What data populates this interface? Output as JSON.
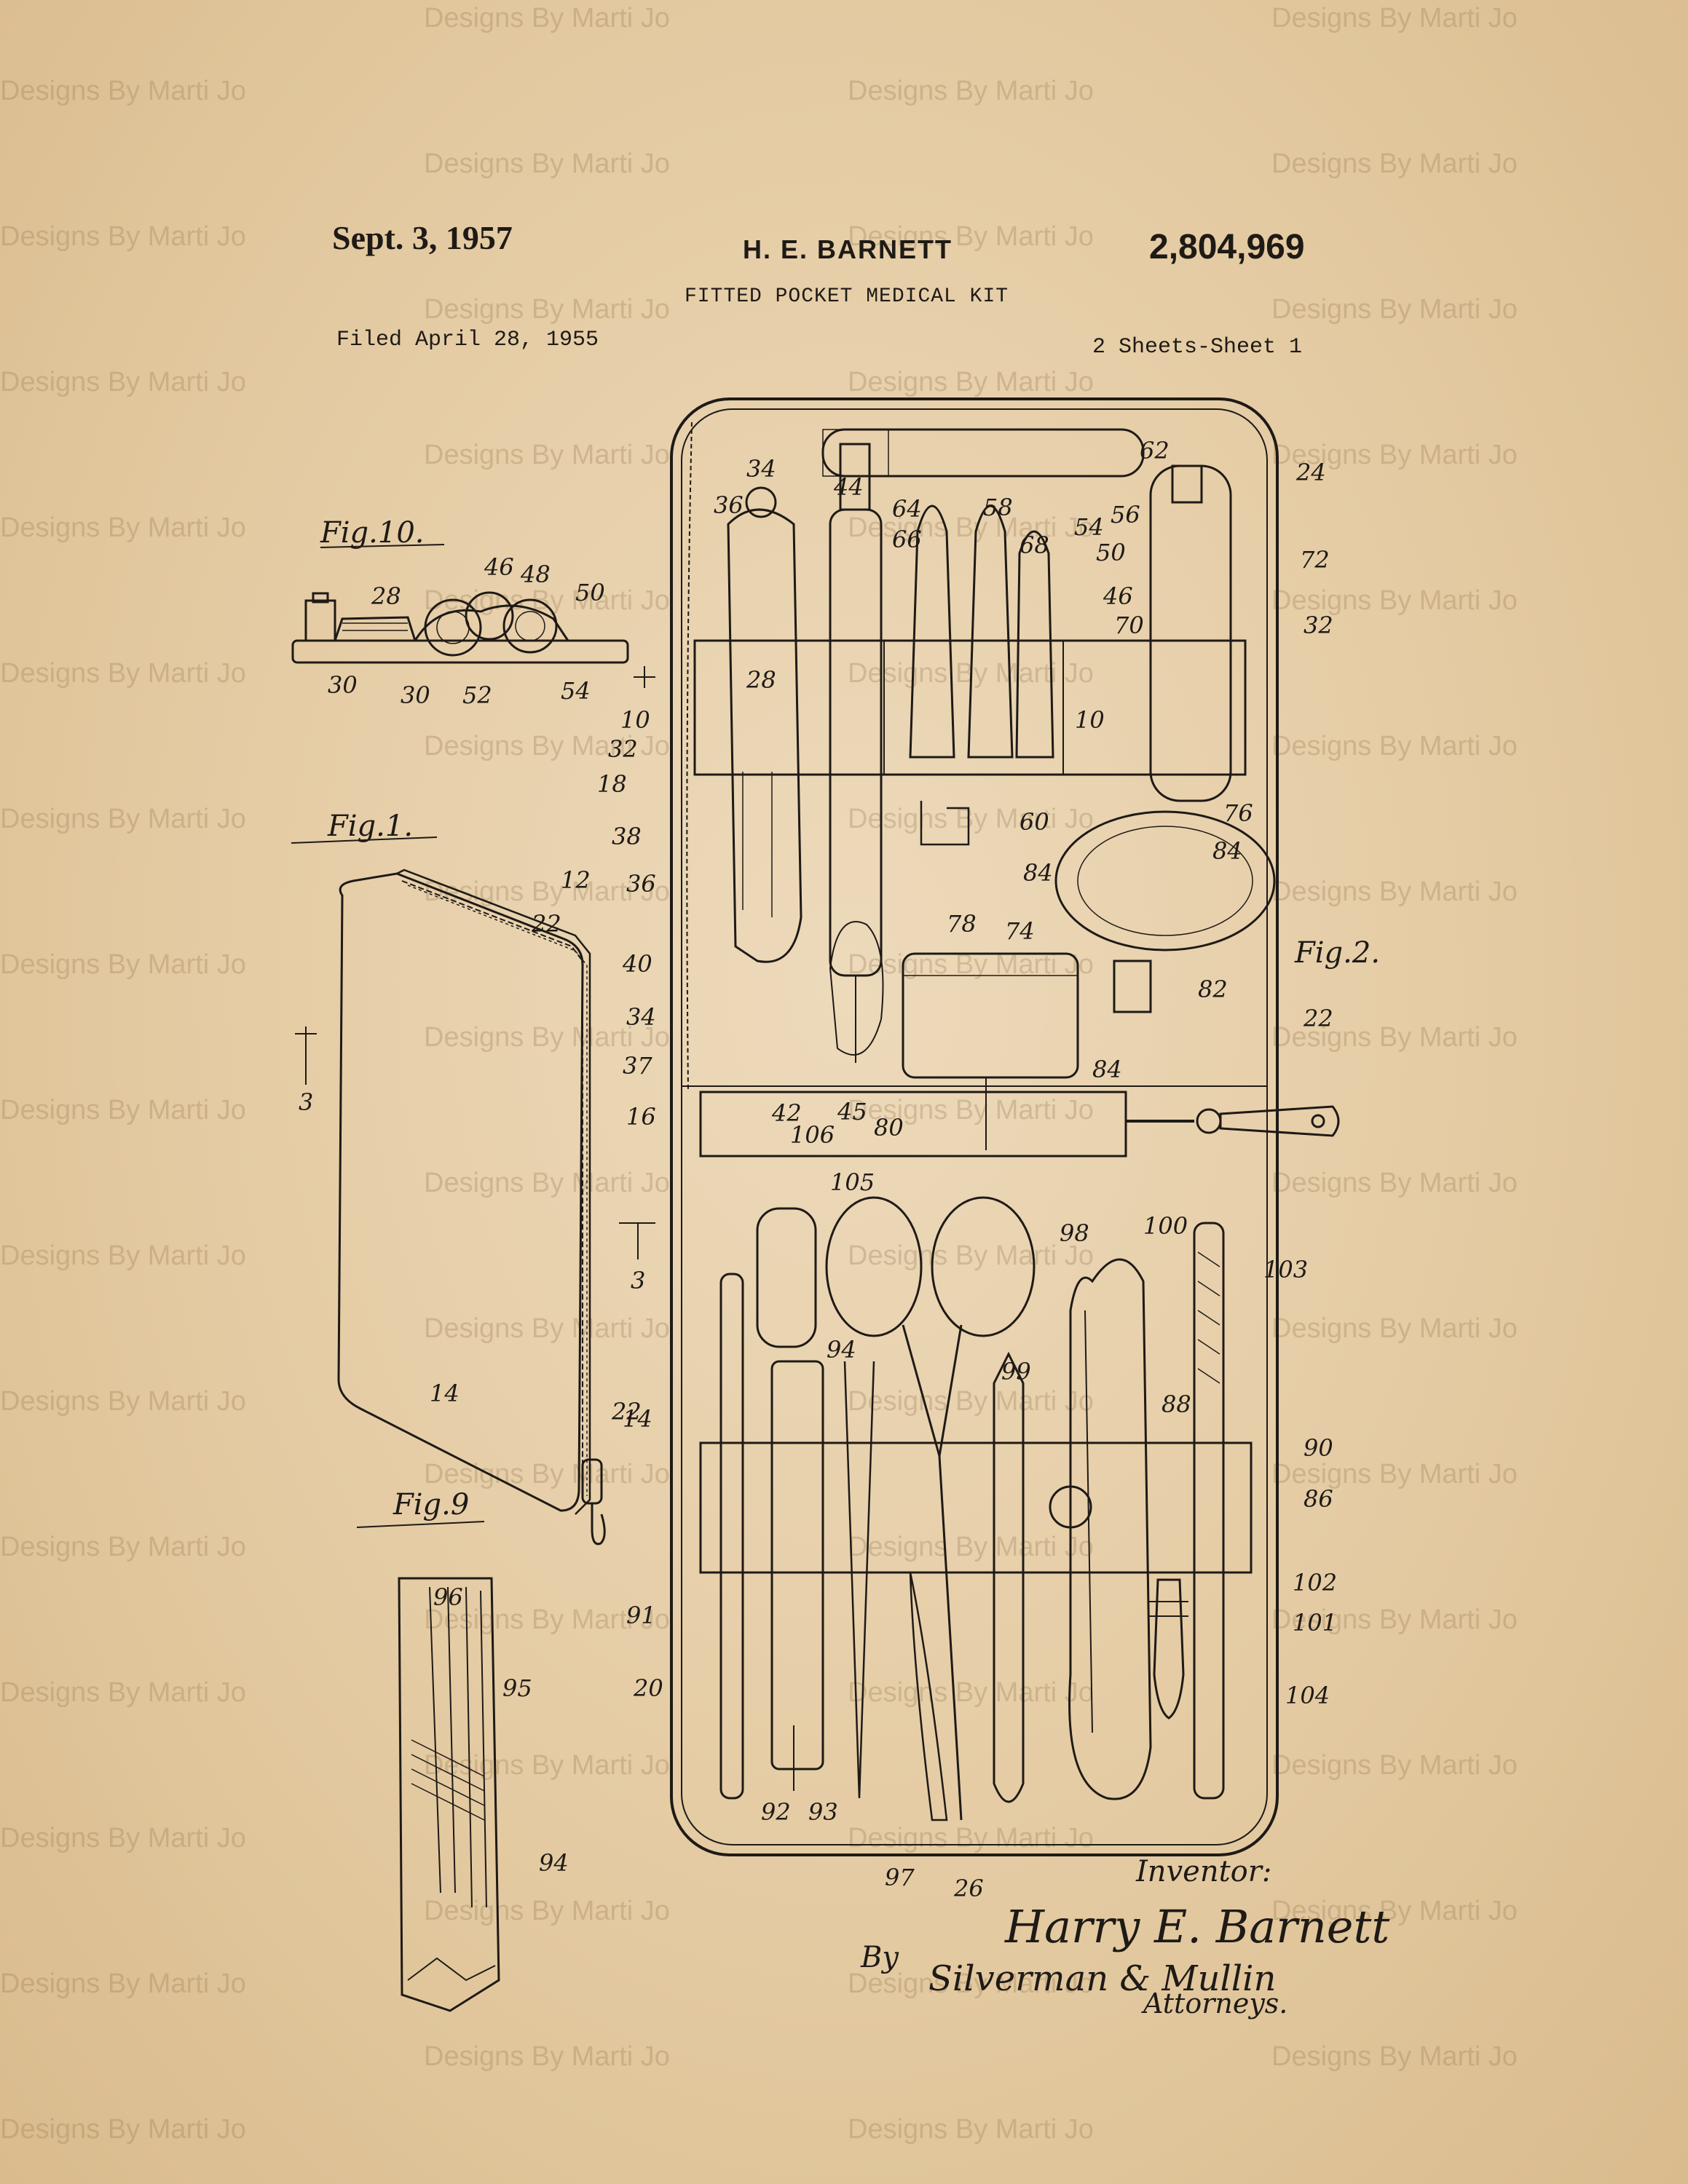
{
  "header": {
    "date": "Sept. 3, 1957",
    "inventor": "H. E. BARNETT",
    "patent_number": "2,804,969",
    "title": "FITTED POCKET MEDICAL KIT",
    "filed": "Filed April 28, 1955",
    "sheets": "2 Sheets-Sheet 1"
  },
  "figures": {
    "fig10": "Fig.10.",
    "fig1": "Fig.1.",
    "fig9": "Fig.9",
    "fig2": "Fig.2."
  },
  "section_marks": {
    "left": "10",
    "right": "10",
    "three_top": "3",
    "three_bottom": "3"
  },
  "reference_numerals": [
    "34",
    "36",
    "44",
    "64",
    "66",
    "58",
    "54",
    "56",
    "62",
    "68",
    "50",
    "46",
    "70",
    "24",
    "72",
    "32",
    "28",
    "32",
    "18",
    "38",
    "60",
    "36",
    "84",
    "76",
    "84",
    "78",
    "74",
    "40",
    "34",
    "37",
    "42",
    "45",
    "80",
    "84",
    "82",
    "22",
    "16",
    "106",
    "105",
    "98",
    "100",
    "103",
    "94",
    "99",
    "88",
    "90",
    "86",
    "91",
    "20",
    "102",
    "101",
    "104",
    "92",
    "93",
    "97",
    "26",
    "14",
    "12",
    "22",
    "22",
    "14",
    "96",
    "95",
    "94",
    "28",
    "46",
    "48",
    "50",
    "30",
    "30",
    "52",
    "54",
    "28"
  ],
  "signature": {
    "inventor_label": "Inventor:",
    "inventor_name": "Harry E. Barnett",
    "by": "By",
    "attorneys_names": "Silverman & Mullin",
    "attorneys_label": "Attorneys."
  },
  "watermark": "Designs By Marti Jo",
  "colors": {
    "paper": "#e6cfa8",
    "ink": "#1e1a16"
  }
}
